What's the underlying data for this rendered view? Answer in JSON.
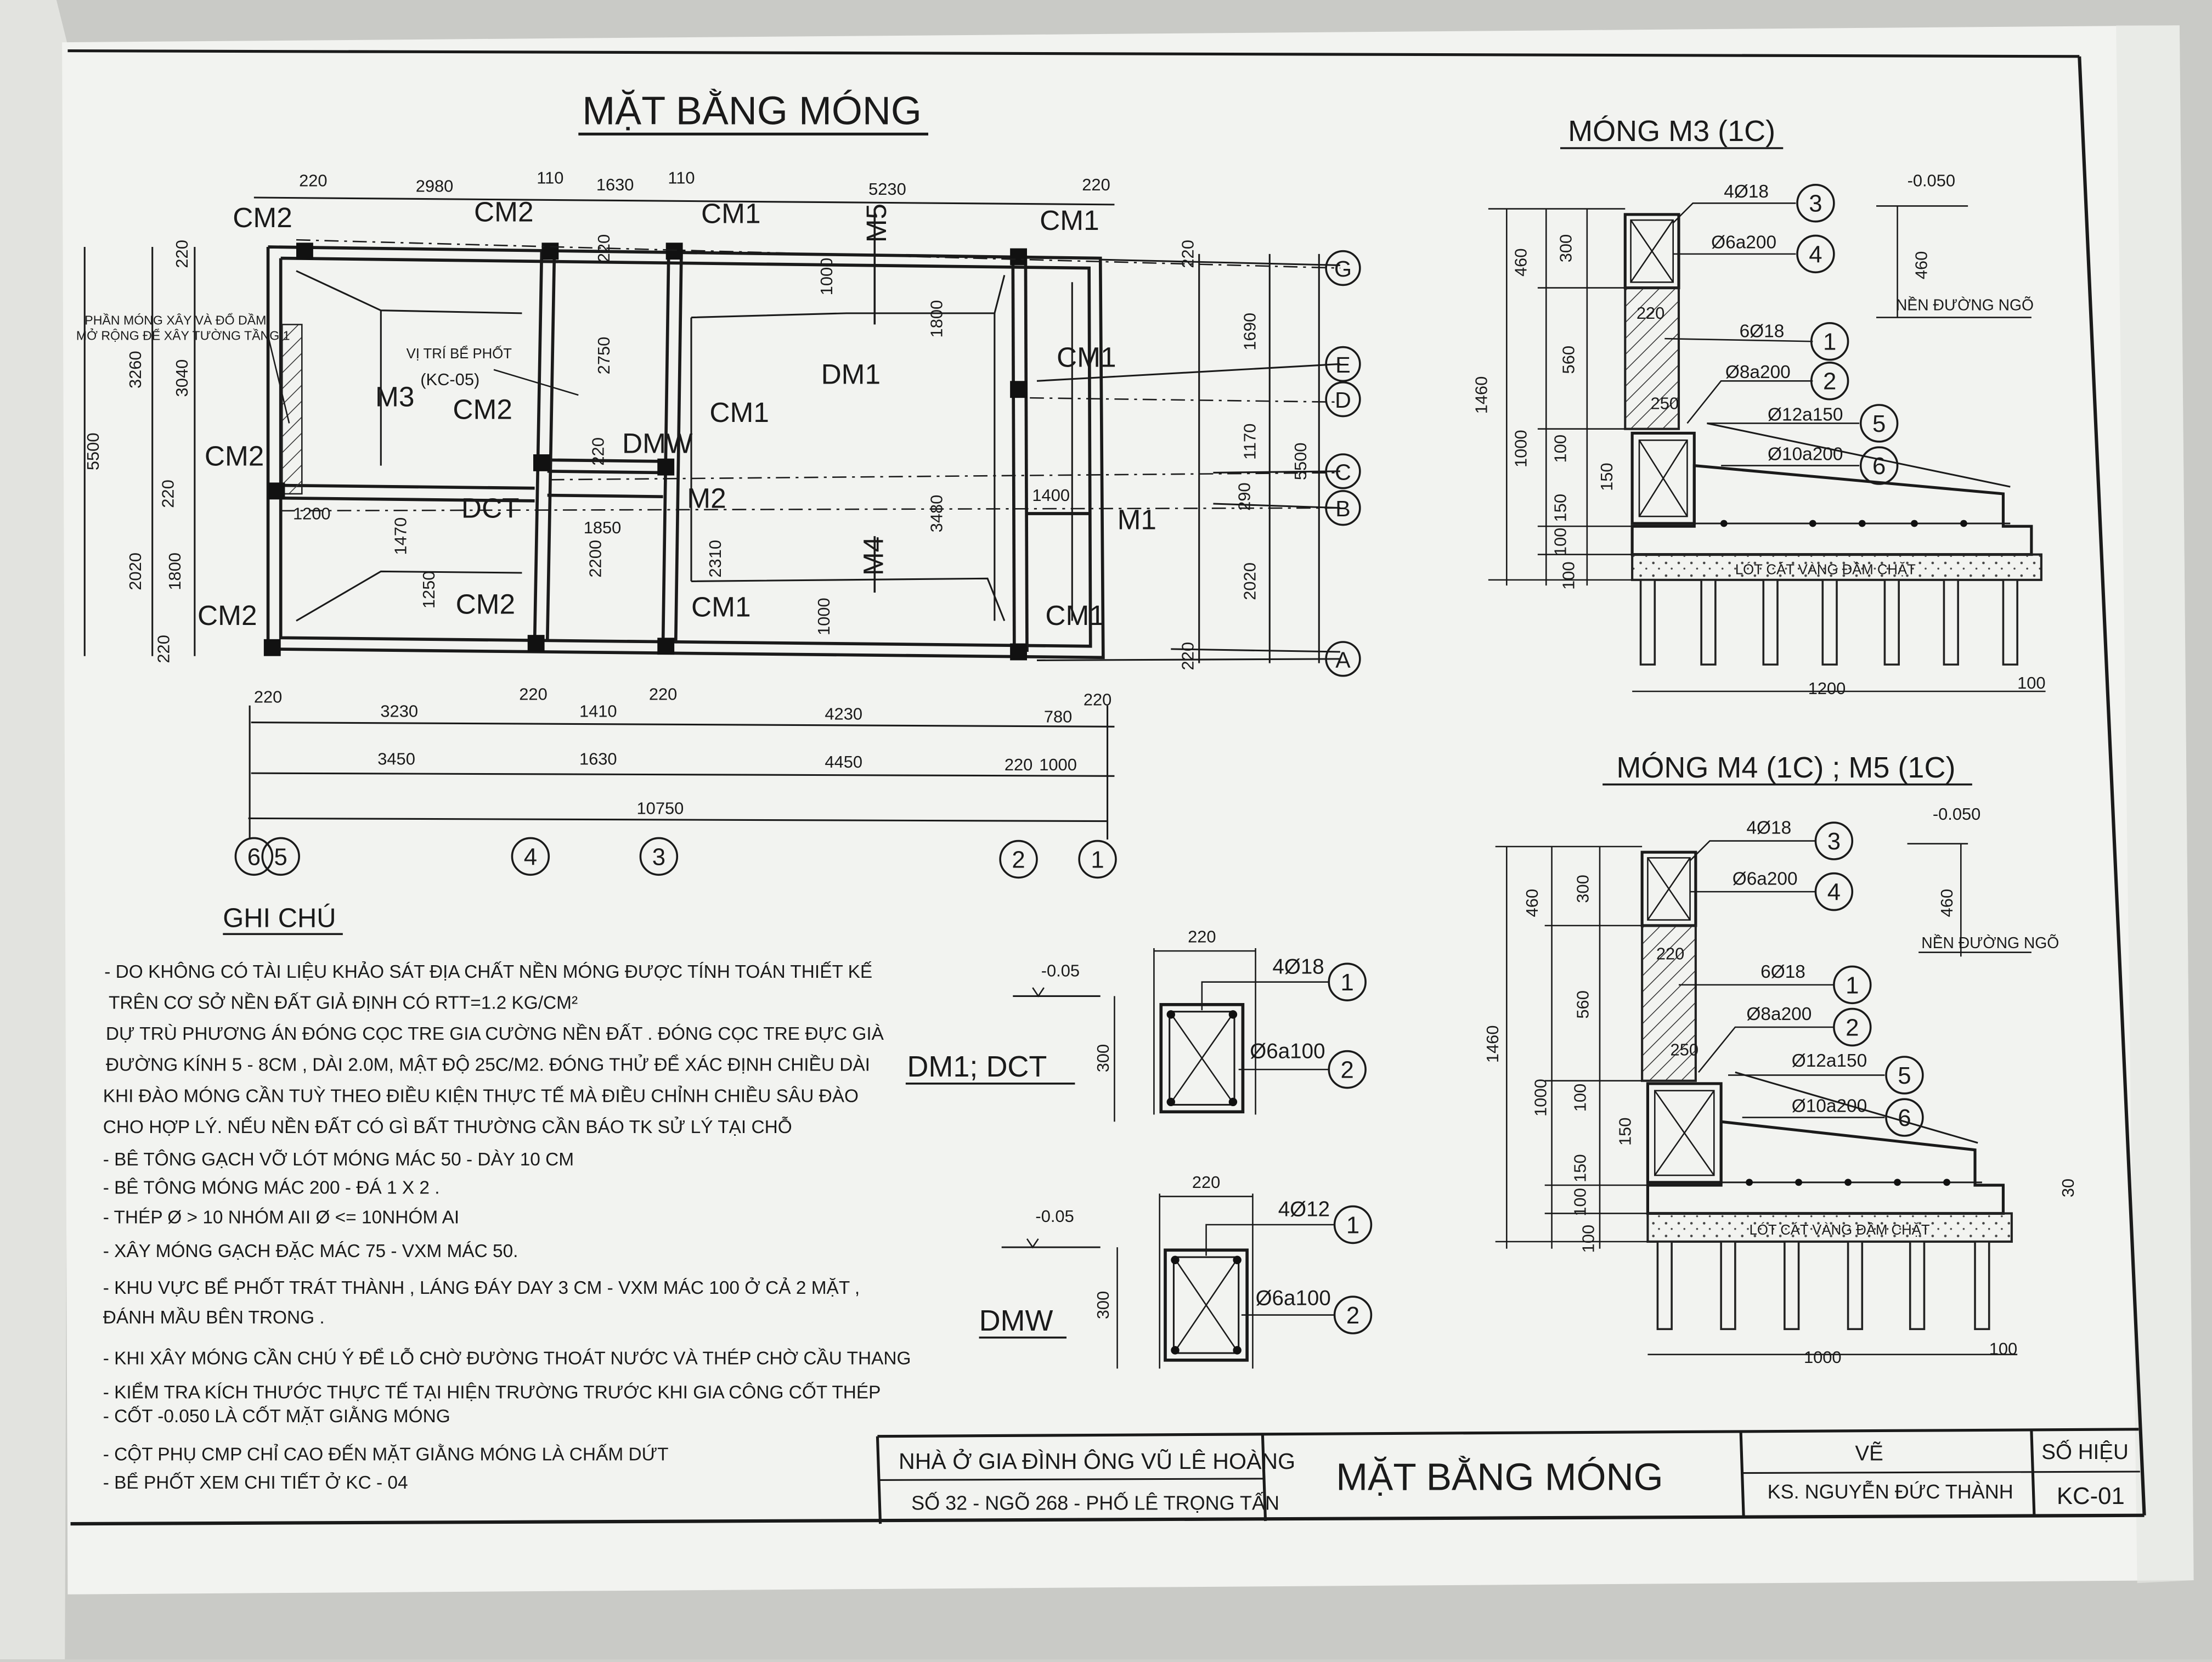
{
  "plan": {
    "title": "MẶT BẰNG MÓNG",
    "dims_top": [
      "220",
      "2980",
      "110",
      "1630",
      "110",
      "5230",
      "220"
    ],
    "dims_bottom1": [
      "220",
      "220",
      "220",
      "3230",
      "1410",
      "4230",
      "780",
      "220"
    ],
    "dims_bottom2": [
      "3450",
      "1630",
      "4450",
      "220",
      "1000"
    ],
    "dim_total": "10750",
    "dims_left_outer": [
      "5500"
    ],
    "dims_left_mid": [
      "220",
      "3260",
      "220",
      "2020",
      "220"
    ],
    "dims_left_inner": [
      "3040",
      "1800"
    ],
    "dims_right": [
      "220",
      "1690",
      "1170",
      "290",
      "2020",
      "220"
    ],
    "dim_right_total": "5500",
    "dims_interior": [
      "1000",
      "1800",
      "2750",
      "220",
      "220",
      "1200",
      "1470",
      "1250",
      "1850",
      "2200",
      "2310",
      "3480",
      "1400",
      "1000"
    ],
    "grid_rows": [
      "G",
      "E",
      "D",
      "C",
      "B",
      "A"
    ],
    "grid_cols": [
      "6",
      "5",
      "4",
      "3",
      "2",
      "1"
    ],
    "labels": {
      "cm1": "CM1",
      "cm2": "CM2",
      "m1": "M1",
      "m2": "M2",
      "m3": "M3",
      "m4": "M4",
      "m5": "M5",
      "dm1": "DM1",
      "dmw": "DMW",
      "dct": "DCT",
      "septic": "VỊ TRÍ BỂ PHỐT",
      "septic_ref": "(KC-05)",
      "wall_note_1": "PHẦN MÓNG XÂY VÀ ĐỔ DẦM",
      "wall_note_2": "MỞ RỘNG ĐỂ XÂY TƯỜNG TẦNG 1"
    }
  },
  "m3": {
    "title": "MÓNG M3 (1C)",
    "callouts": [
      "4Ø18",
      "Ø6a200",
      "6Ø18",
      "Ø8a200",
      "Ø12a150",
      "Ø10a200"
    ],
    "callout_nums": [
      "3",
      "4",
      "1",
      "2",
      "5",
      "6"
    ],
    "level": "-0.050",
    "road": "NỀN ĐƯỜNG NGÕ",
    "dims_left": [
      "460",
      "560",
      "1000",
      "100",
      "150",
      "100",
      "100"
    ],
    "dim_total": "1460",
    "dims_inner": [
      "300",
      "220",
      "150",
      "250"
    ],
    "dim_460": "460",
    "width": "1200",
    "offset": "100",
    "fill_label": "LÓT CÁT VÀNG ĐẦM CHẶT"
  },
  "m4": {
    "title": "MÓNG M4 (1C) ; M5 (1C)",
    "callouts": [
      "4Ø18",
      "Ø6a200",
      "6Ø18",
      "Ø8a200",
      "Ø12a150",
      "Ø10a200"
    ],
    "callout_nums": [
      "3",
      "4",
      "1",
      "2",
      "5",
      "6"
    ],
    "level": "-0.050",
    "road": "NỀN ĐƯỜNG NGÕ",
    "dims_left": [
      "460",
      "560",
      "1000",
      "100",
      "150",
      "100",
      "100"
    ],
    "dim_total": "1460",
    "dims_inner": [
      "300",
      "220",
      "150",
      "250"
    ],
    "dim_460": "460",
    "width": "1000",
    "offset": "100",
    "side": "30",
    "fill_label": "LÓT CÁT VÀNG ĐẦM CHẶT"
  },
  "sec_dm1": {
    "name": "DM1;  DCT",
    "level": "-0.05",
    "width": "220",
    "height": "300",
    "top_bar": "4Ø18",
    "stirrup": "Ø6a100",
    "n1": "1",
    "n2": "2"
  },
  "sec_dmw": {
    "name": "DMW",
    "level": "-0.05",
    "width": "220",
    "height": "300",
    "top_bar": "4Ø12",
    "stirrup": "Ø6a100",
    "n1": "1",
    "n2": "2"
  },
  "notes": {
    "heading": "GHI CHÚ",
    "lines": [
      "- DO KHÔNG CÓ TÀI LIỆU KHẢO SÁT ĐỊA CHẤT NỀN MÓNG ĐƯỢC TÍNH TOÁN THIẾT KẾ",
      "TRÊN CƠ SỞ NỀN ĐẤT GIẢ ĐỊNH CÓ RTT=1.2 KG/CM²",
      "DỰ TRÙ PHƯƠNG ÁN ĐÓNG CỌC TRE GIA CƯỜNG NỀN ĐẤT . ĐÓNG CỌC TRE ĐỰC GIÀ",
      "ĐƯỜNG KÍNH 5 - 8CM , DÀI 2.0M, MẬT ĐỘ 25C/M2. ĐÓNG THỬ ĐỂ XÁC ĐỊNH CHIỀU DÀI",
      "KHI ĐÀO MÓNG CẦN TUỲ THEO ĐIỀU KIỆN THỰC TẾ MÀ ĐIỀU CHỈNH CHIỀU SÂU ĐÀO",
      "CHO HỢP LÝ. NẾU NỀN ĐẤT CÓ GÌ BẤT THƯỜNG CẦN BÁO TK SỬ LÝ TẠI CHỖ",
      "- BÊ TÔNG GẠCH VỠ LÓT MÓNG MÁC 50 - DÀY 10 CM",
      "- BÊ TÔNG MÓNG MÁC 200 - ĐÁ 1 X 2 .",
      "- THÉP Ø > 10 NHÓM AII          Ø <= 10NHÓM AI",
      "- XÂY MÓNG GẠCH ĐẶC MÁC 75 - VXM MÁC 50.",
      "- KHU VỰC BỂ PHỐT TRÁT THÀNH , LÁNG ĐÁY DAY 3 CM - VXM MÁC 100 Ở CẢ 2 MẶT ,",
      "ĐÁNH MẦU BÊN TRONG .",
      "- KHI XÂY MÓNG CẦN CHÚ Ý ĐỂ LỖ CHỜ ĐƯỜNG THOÁT NƯỚC VÀ THÉP CHỜ CẦU THANG",
      "- KIỂM TRA KÍCH THƯỚC THỰC TẾ TẠI HIỆN TRƯỜNG TRƯỚC KHI GIA CÔNG CỐT THÉP",
      "- CỐT -0.050 LÀ CỐT MẶT GIẰNG MÓNG",
      "- CỘT PHỤ CMP CHỈ CAO ĐẾN MẶT GIẰNG MÓNG LÀ CHẤM DỨT",
      "- BỂ PHỐT  XEM CHI TIẾT Ở KC - 04"
    ]
  },
  "titleblock": {
    "project": "NHÀ Ở GIA ĐÌNH ÔNG VŨ LÊ HOÀNG",
    "address": "SỐ 32 - NGÕ 268 - PHỐ LÊ TRỌNG TẤN",
    "sheet_title": "MẶT BẰNG MÓNG",
    "drawn_label": "VẼ",
    "drawn_by": "KS. NGUYỄN ĐỨC THÀNH",
    "no_label": "SỐ HIỆU",
    "no": "KC-01"
  }
}
